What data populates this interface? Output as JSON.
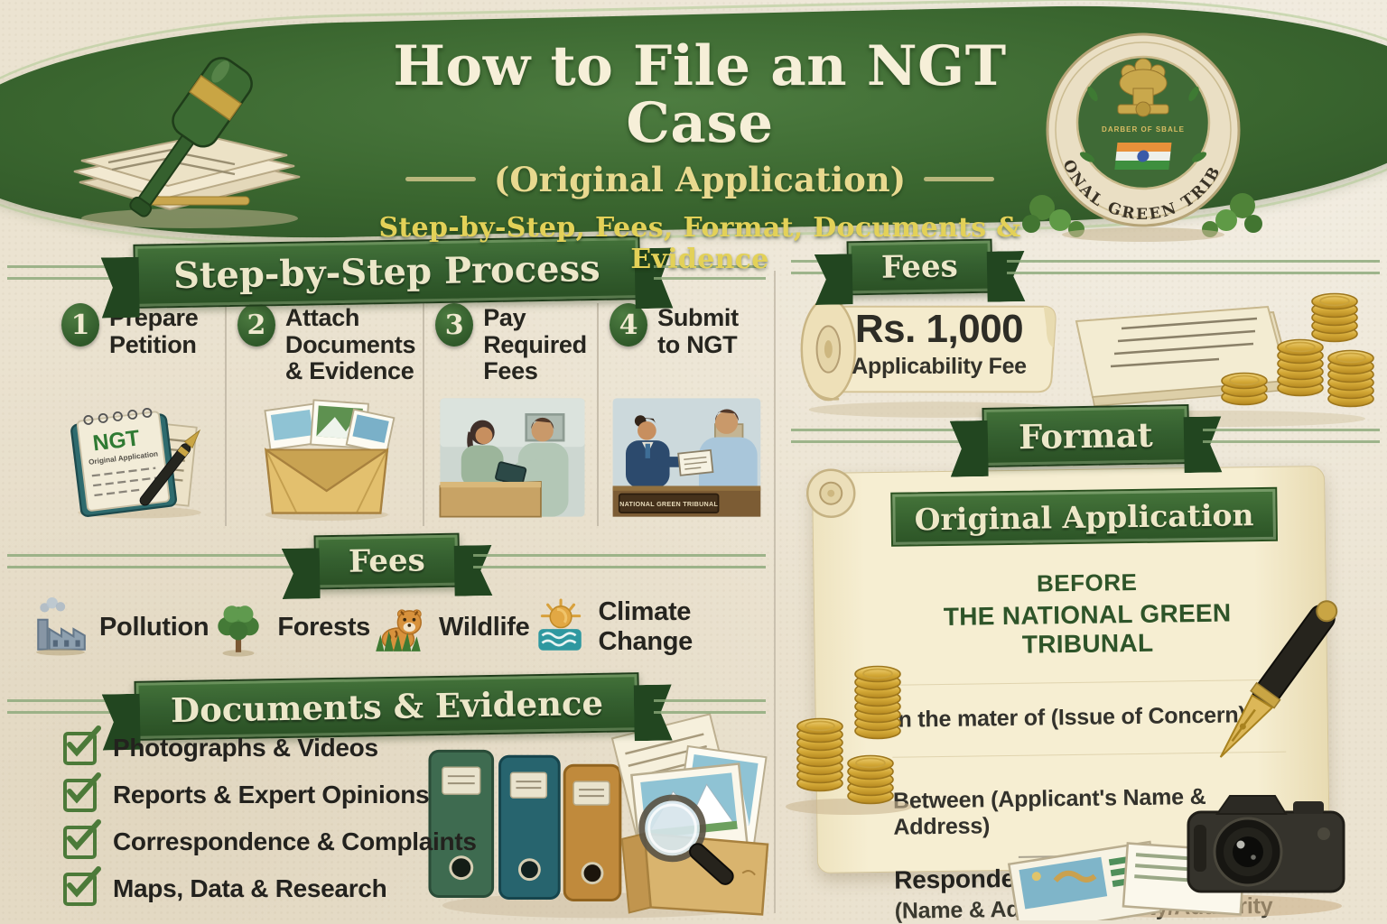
{
  "colors": {
    "band_green": "#3a662f",
    "ribbon_green": "#35602e",
    "accent_gold": "#e3d158",
    "paper_cream": "#ebe3d1",
    "scroll_paper": "#f6eed2",
    "ink_dark": "#26251f",
    "green_text": "#2e5429",
    "coin_gold": "#e3bc55",
    "check_green": "#4c7a39"
  },
  "header": {
    "title": "How to File an NGT Case",
    "subtitle": "(Original Application)",
    "tagline": "Step-by-Step, Fees, Format, Documents & Evidence",
    "emblem": {
      "ring_text": "NATIONAL GREEN TRIBUNAL",
      "motto": "DARBER OF SBALE"
    }
  },
  "left": {
    "steps": {
      "banner": "Step-by-Step Process",
      "items": [
        {
          "num": "1",
          "label": "Prepare\nPetition"
        },
        {
          "num": "2",
          "label": "Attach\nDocuments\n& Evidence"
        },
        {
          "num": "3",
          "label": "Pay\nRequired\nFees"
        },
        {
          "num": "4",
          "label": "Submit\nto NGT"
        }
      ],
      "notepad_title": "NGT",
      "notepad_subtitle": "Original Application",
      "desk_plate": "NATIONAL GREEN TRIBUNAL"
    },
    "fees": {
      "banner": "Fees",
      "categories": [
        {
          "icon": "factory-icon",
          "label": "Pollution"
        },
        {
          "icon": "tree-icon",
          "label": "Forests"
        },
        {
          "icon": "tiger-icon",
          "label": "Wildlife"
        },
        {
          "icon": "sun-waves-icon",
          "label": "Climate Change"
        }
      ]
    },
    "documents": {
      "banner": "Documents & Evidence",
      "items": [
        "Photographs & Videos",
        "Reports & Expert Opinions",
        "Correspondence & Complaints",
        "Maps, Data & Research"
      ]
    }
  },
  "right": {
    "fees": {
      "banner": "Fees",
      "amount": "Rs. 1,000",
      "amount_label": "Applicability Fee"
    },
    "format": {
      "banner": "Format",
      "doc_title": "Original Application",
      "before_line": "BEFORE",
      "tribunal_line": "THE NATIONAL GREEN TRIBUNAL",
      "matter_line": "In the mater of (Issue of Concern)",
      "between_line": "Between (Applicant's Name & Address)",
      "respondent_label": "Respondent(s)",
      "respondent_detail": "(Name & Address of Party/Authority Concerned)"
    }
  }
}
